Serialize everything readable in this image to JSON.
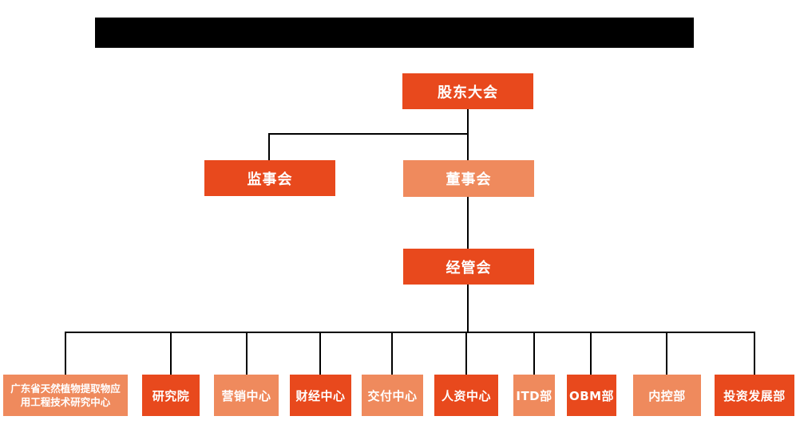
{
  "colors": {
    "dark_orange": "#E8491D",
    "light_orange": "#EF8A5D",
    "line_color": "#000000",
    "redacted": "#000000",
    "text": "#FFFFFF",
    "background": "#FFFFFF"
  },
  "header": {
    "redacted_title": true
  },
  "chart": {
    "type": "org-chart",
    "nodes": {
      "shareholders": {
        "label": "股东大会",
        "variant": "dark"
      },
      "supervisory": {
        "label": "监事会",
        "variant": "dark"
      },
      "board": {
        "label": "董事会",
        "variant": "light"
      },
      "management": {
        "label": "经管会",
        "variant": "dark"
      }
    },
    "departments": [
      {
        "label": "广东省天然植物提取物应用工程技术研究中心",
        "variant": "light"
      },
      {
        "label": "研究院",
        "variant": "dark"
      },
      {
        "label": "营销中心",
        "variant": "light"
      },
      {
        "label": "财经中心",
        "variant": "dark"
      },
      {
        "label": "交付中心",
        "variant": "light"
      },
      {
        "label": "人资中心",
        "variant": "dark"
      },
      {
        "label": "ITD部",
        "variant": "light"
      },
      {
        "label": "OBM部",
        "variant": "dark"
      },
      {
        "label": "内控部",
        "variant": "light"
      },
      {
        "label": "投资发展部",
        "variant": "dark"
      }
    ],
    "hierarchy": {
      "root": "股东大会",
      "children_of_root": [
        "监事会",
        "董事会"
      ],
      "child_of_board": "经管会",
      "children_of_management": [
        "广东省天然植物提取物应用工程技术研究中心",
        "研究院",
        "营销中心",
        "财经中心",
        "交付中心",
        "人资中心",
        "ITD部",
        "OBM部",
        "内控部",
        "投资发展部"
      ]
    }
  }
}
